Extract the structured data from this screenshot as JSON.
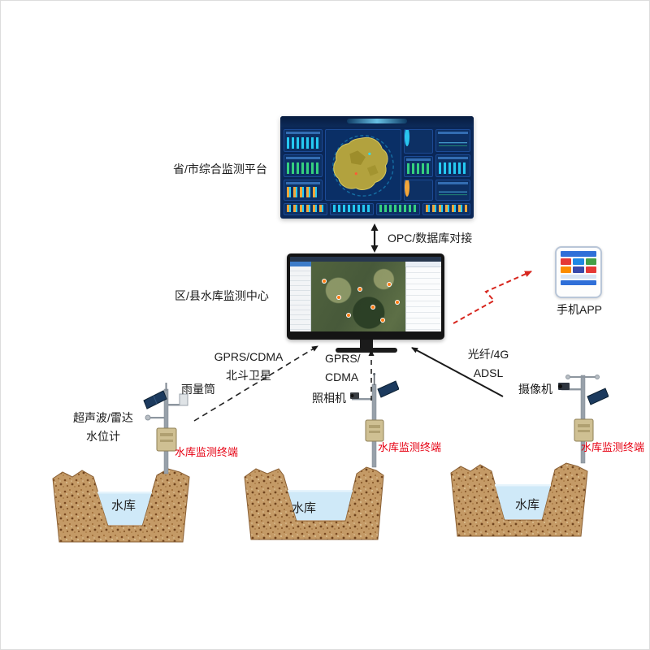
{
  "diagram": {
    "platform_label": "省/市综合监测平台",
    "opc_label": "OPC/数据库对接",
    "center_label": "区/县水库监测中心",
    "phone_label": "手机APP",
    "links": {
      "left_line1": "GPRS/CDMA",
      "left_line2": "北斗卫星",
      "mid_line1": "GPRS/",
      "mid_line2": "CDMA",
      "right_line1": "光纤/4G",
      "right_line2": "ADSL"
    },
    "devices": {
      "rain_gauge": "雨量筒",
      "camera": "照相机",
      "video_camera": "摄像机",
      "water_level_line1": "超声波/雷达",
      "water_level_line2": "水位计"
    },
    "terminal_label": "水库监测终端",
    "reservoir_label": "水库"
  },
  "colors": {
    "terminal_red": "#e60012",
    "arrow_red": "#d7261e",
    "arrow_black": "#1a1a1a",
    "water_blue": "#cfe9f8",
    "soil_brown": "#c49a66",
    "dashboard_navy": "#0a2757"
  }
}
